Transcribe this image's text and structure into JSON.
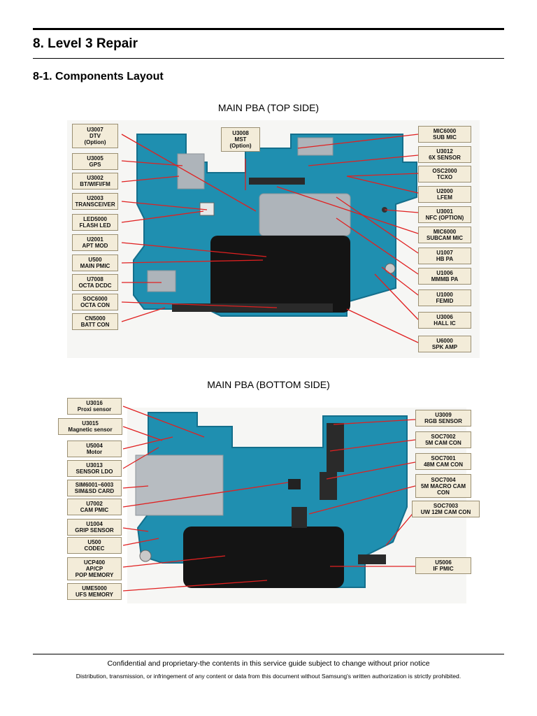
{
  "header": {
    "title": "8. Level 3 Repair",
    "subtitle": "8-1. Components Layout"
  },
  "top_figure": {
    "title": "MAIN PBA (TOP SIDE)",
    "labels": [
      {
        "id": "U3007",
        "text": "U3007\nDTV\n(Option)"
      },
      {
        "id": "U3005",
        "text": "U3005\nGPS"
      },
      {
        "id": "U3002",
        "text": "U3002\nBT/WIFI/FM"
      },
      {
        "id": "U2003",
        "text": "U2003\nTRANSCEIVER"
      },
      {
        "id": "LED5000",
        "text": "LED5000\nFLASH LED"
      },
      {
        "id": "U2001",
        "text": "U2001\nAPT MOD"
      },
      {
        "id": "U500",
        "text": "U500\nMAIN PMIC"
      },
      {
        "id": "U7008",
        "text": "U7008\nOCTA DCDC"
      },
      {
        "id": "SOC6000",
        "text": "SOC6000\nOCTA CON"
      },
      {
        "id": "CN5000",
        "text": "CN5000\nBATT CON"
      },
      {
        "id": "U3008",
        "text": "U3008\nMST\n(Option)"
      },
      {
        "id": "MIC6000a",
        "text": "MIC6000\nSUB MIC"
      },
      {
        "id": "U3012",
        "text": "U3012\n6X SENSOR"
      },
      {
        "id": "OSC2000",
        "text": "OSC2000\nTCXO"
      },
      {
        "id": "U2000",
        "text": "U2000\nLFEM"
      },
      {
        "id": "U3001",
        "text": "U3001\nNFC (OPTION)"
      },
      {
        "id": "MIC6000b",
        "text": "MIC6000\nSUBCAM MIC"
      },
      {
        "id": "U1007",
        "text": "U1007\nHB PA"
      },
      {
        "id": "U1006",
        "text": "U1006\nMMMB PA"
      },
      {
        "id": "U1000",
        "text": "U1000\nFEMID"
      },
      {
        "id": "U3006",
        "text": "U3006\nHALL IC"
      },
      {
        "id": "U6000",
        "text": "U6000\nSPK AMP"
      }
    ]
  },
  "bottom_figure": {
    "title": "MAIN PBA (BOTTOM SIDE)",
    "labels": [
      {
        "id": "U3016",
        "text": "U3016\nProxi sensor"
      },
      {
        "id": "U3015",
        "text": "U3015\nMagnetic sensor"
      },
      {
        "id": "U5004",
        "text": "U5004\nMotor"
      },
      {
        "id": "U3013",
        "text": "U3013\nSENSOR LDO"
      },
      {
        "id": "SIM6001",
        "text": "SIM6001~6003\nSIM&SD CARD"
      },
      {
        "id": "U7002",
        "text": "U7002\nCAM PMIC"
      },
      {
        "id": "U1004",
        "text": "U1004\nGRIP SENSOR"
      },
      {
        "id": "U500b",
        "text": "U500\nCODEC"
      },
      {
        "id": "UCP400",
        "text": "UCP400\nAP/CP\nPOP MEMORY"
      },
      {
        "id": "UME5000",
        "text": "UME5000\nUFS MEMORY"
      },
      {
        "id": "U3009",
        "text": "U3009\nRGB SENSOR"
      },
      {
        "id": "SOC7002",
        "text": "SOC7002\n5M CAM CON"
      },
      {
        "id": "SOC7001",
        "text": "SOC7001\n48M CAM CON"
      },
      {
        "id": "SOC7004",
        "text": "SOC7004\n5M MACRO CAM\nCON"
      },
      {
        "id": "SOC7003",
        "text": "SOC7003\nUW 12M CAM CON"
      },
      {
        "id": "U5006",
        "text": "U5006\nIF PMIC"
      }
    ]
  },
  "footer": {
    "line1": "Confidential and proprietary-the contents in this service guide subject to change without prior notice",
    "line2": "Distribution, transmission, or infringement of any content or data from this document without Samsung's written authorization is strictly prohibited."
  },
  "colors": {
    "board": "#1f8fb0",
    "board_dark": "#146f8c",
    "shield": "#aeb4ba",
    "chip": "#141414",
    "pointer": "#e02020",
    "label_bg": "#f3ecd9"
  }
}
